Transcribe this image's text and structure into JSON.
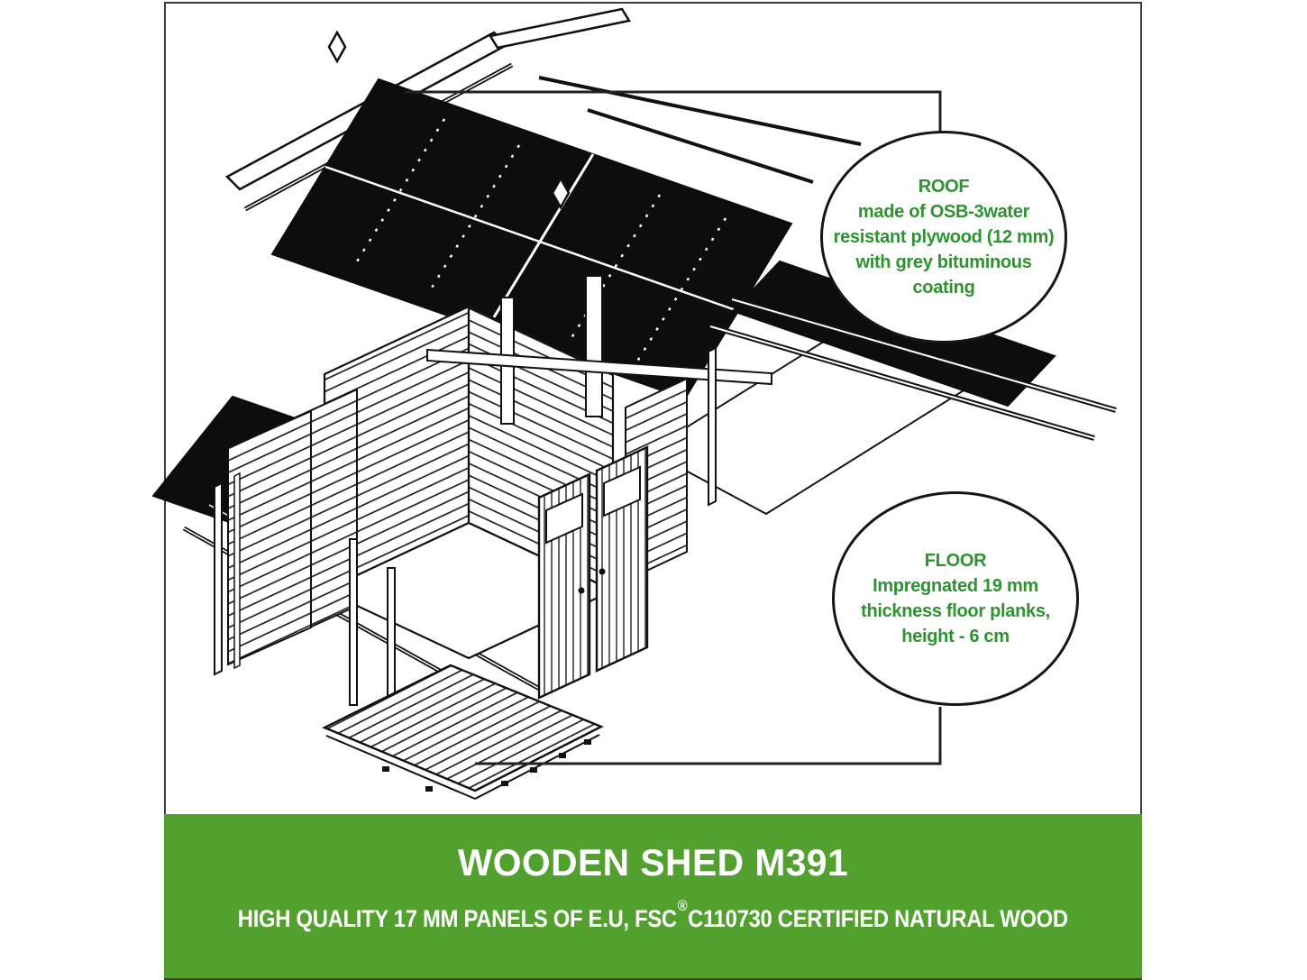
{
  "callouts": {
    "roof": {
      "title": "ROOF",
      "lines": [
        "made of OSB-3water",
        "resistant plywood (12 mm)",
        "with grey bituminous",
        "coating"
      ]
    },
    "floor": {
      "title": "FLOOR",
      "lines": [
        "Impregnated 19 mm",
        "thickness floor planks,",
        "height - 6 cm"
      ]
    }
  },
  "banner": {
    "title": "WOODEN SHED M391",
    "subtitle_before": "HIGH QUALITY 17 MM PANELS OF E.U, FSC",
    "subtitle_reg": "®",
    "subtitle_after": "C110730 CERTIFIED NATURAL WOOD"
  },
  "colors": {
    "banner_green": "#52a12e",
    "callout_text_green": "#2e9230",
    "line_black": "#111111",
    "frame_border": "#3c3c3c"
  },
  "diagram_subject": "Exploded isometric drawing of wooden shed: roof panels with bituminous coating, plank walls with two doors, floor platform"
}
